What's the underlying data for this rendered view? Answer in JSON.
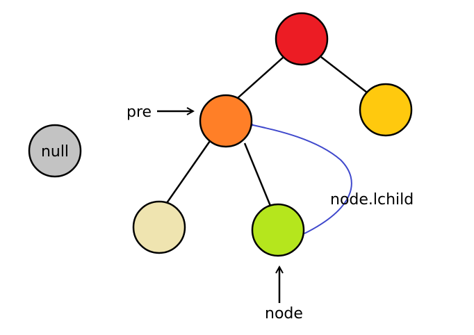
{
  "diagram": {
    "nodes": [
      {
        "id": "root",
        "color": "#ec1c24"
      },
      {
        "id": "pre",
        "color": "#ff7f27"
      },
      {
        "id": "right-child",
        "color": "#ffc90e"
      },
      {
        "id": "left-grandchild",
        "color": "#efe4b0"
      },
      {
        "id": "current-node",
        "color": "#b5e61d"
      },
      {
        "id": "null-node",
        "color": "#c3c3c3",
        "label": "null"
      }
    ],
    "labels": {
      "pre": "pre",
      "node": "node",
      "lchild": "node.lchild",
      "null": "null"
    },
    "colors": {
      "edge": "#000000",
      "outline": "#000000",
      "link_arrow": "#3f48cc"
    }
  }
}
